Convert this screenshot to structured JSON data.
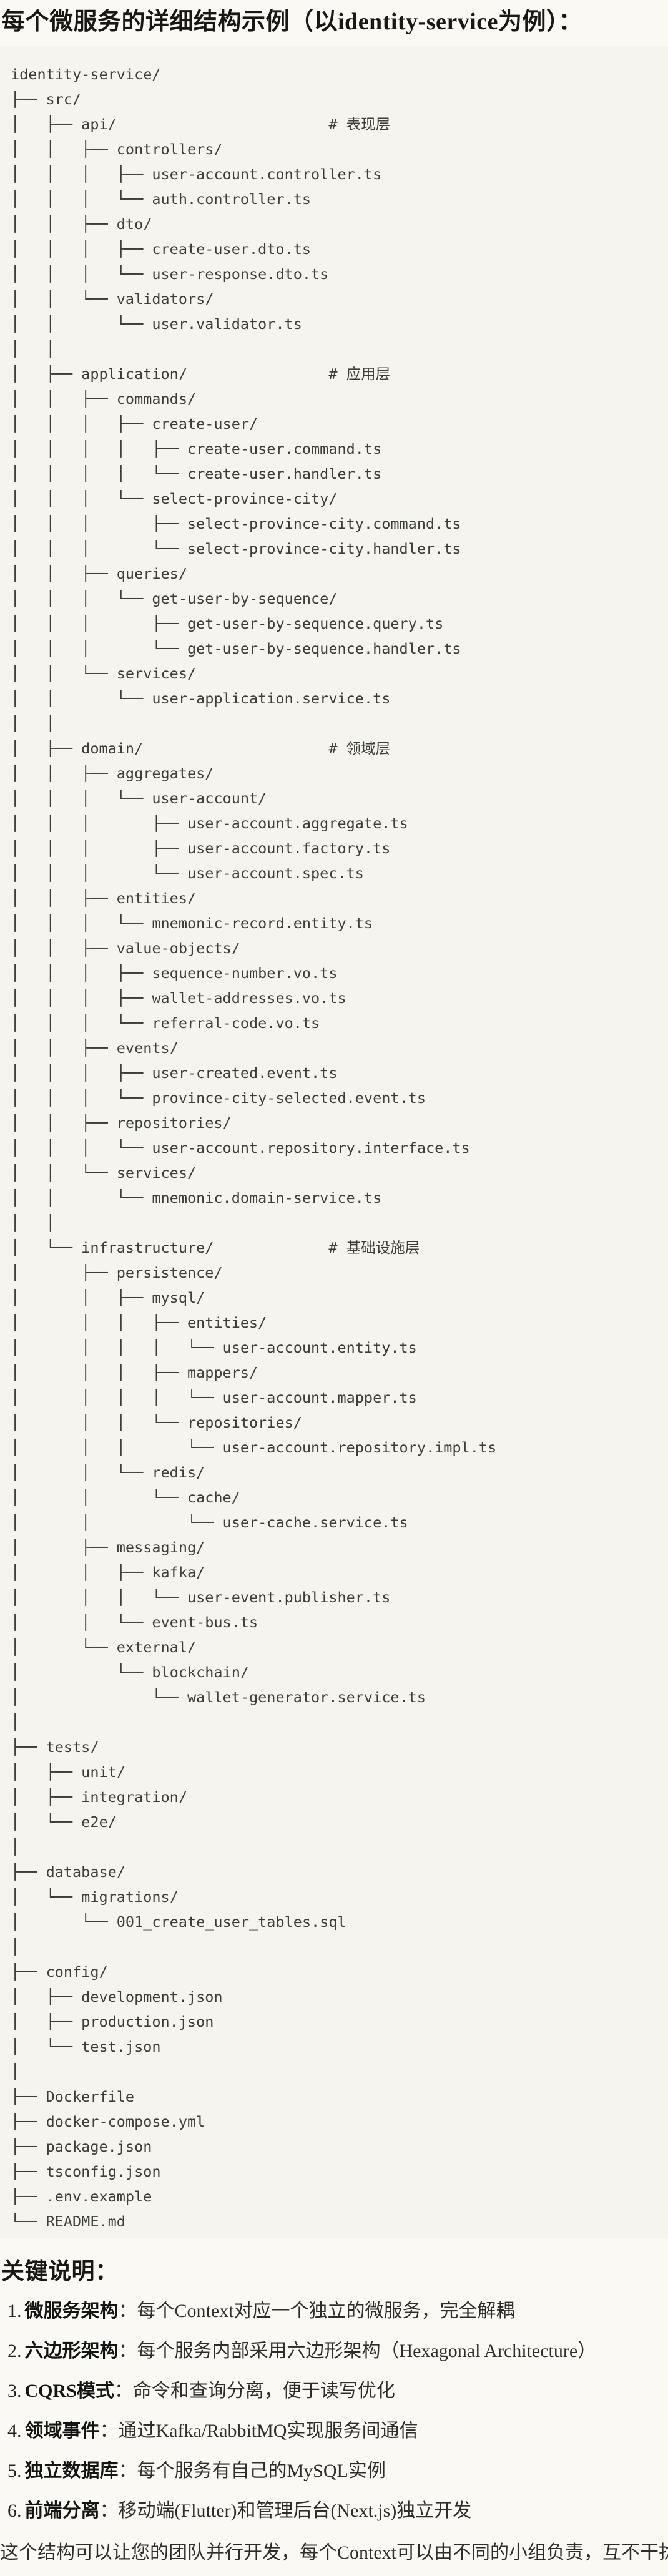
{
  "page": {
    "title": "每个微服务的详细结构示例（以identity-service为例）：",
    "code_block": {
      "language": "plain-text-tree",
      "background_color": "#f5f4ee",
      "border_color": "#e4e2d9",
      "text_color": "#3e3e39",
      "tree_lines": [
        "identity-service/",
        "├── src/",
        "│   ├── api/                        # 表现层",
        "│   │   ├── controllers/",
        "│   │   │   ├── user-account.controller.ts",
        "│   │   │   └── auth.controller.ts",
        "│   │   ├── dto/",
        "│   │   │   ├── create-user.dto.ts",
        "│   │   │   └── user-response.dto.ts",
        "│   │   └── validators/",
        "│   │       └── user.validator.ts",
        "│   │",
        "│   ├── application/                # 应用层",
        "│   │   ├── commands/",
        "│   │   │   ├── create-user/",
        "│   │   │   │   ├── create-user.command.ts",
        "│   │   │   │   └── create-user.handler.ts",
        "│   │   │   └── select-province-city/",
        "│   │   │       ├── select-province-city.command.ts",
        "│   │   │       └── select-province-city.handler.ts",
        "│   │   ├── queries/",
        "│   │   │   └── get-user-by-sequence/",
        "│   │   │       ├── get-user-by-sequence.query.ts",
        "│   │   │       └── get-user-by-sequence.handler.ts",
        "│   │   └── services/",
        "│   │       └── user-application.service.ts",
        "│   │",
        "│   ├── domain/                     # 领域层",
        "│   │   ├── aggregates/",
        "│   │   │   └── user-account/",
        "│   │   │       ├── user-account.aggregate.ts",
        "│   │   │       ├── user-account.factory.ts",
        "│   │   │       └── user-account.spec.ts",
        "│   │   ├── entities/",
        "│   │   │   └── mnemonic-record.entity.ts",
        "│   │   ├── value-objects/",
        "│   │   │   ├── sequence-number.vo.ts",
        "│   │   │   ├── wallet-addresses.vo.ts",
        "│   │   │   └── referral-code.vo.ts",
        "│   │   ├── events/",
        "│   │   │   ├── user-created.event.ts",
        "│   │   │   └── province-city-selected.event.ts",
        "│   │   ├── repositories/",
        "│   │   │   └── user-account.repository.interface.ts",
        "│   │   └── services/",
        "│   │       └── mnemonic.domain-service.ts",
        "│   │",
        "│   └── infrastructure/             # 基础设施层",
        "│       ├── persistence/",
        "│       │   ├── mysql/",
        "│       │   │   ├── entities/",
        "│       │   │   │   └── user-account.entity.ts",
        "│       │   │   ├── mappers/",
        "│       │   │   │   └── user-account.mapper.ts",
        "│       │   │   └── repositories/",
        "│       │   │       └── user-account.repository.impl.ts",
        "│       │   └── redis/",
        "│       │       └── cache/",
        "│       │           └── user-cache.service.ts",
        "│       ├── messaging/",
        "│       │   ├── kafka/",
        "│       │   │   └── user-event.publisher.ts",
        "│       │   └── event-bus.ts",
        "│       └── external/",
        "│           └── blockchain/",
        "│               └── wallet-generator.service.ts",
        "│",
        "├── tests/",
        "│   ├── unit/",
        "│   ├── integration/",
        "│   └── e2e/",
        "│",
        "├── database/",
        "│   └── migrations/",
        "│       └── 001_create_user_tables.sql",
        "│",
        "├── config/",
        "│   ├── development.json",
        "│   ├── production.json",
        "│   └── test.json",
        "│",
        "├── Dockerfile",
        "├── docker-compose.yml",
        "├── package.json",
        "├── tsconfig.json",
        "├── .env.example",
        "└── README.md"
      ]
    },
    "notes": {
      "heading": "关键说明：",
      "items": [
        {
          "num": "1.",
          "term": "微服务架构",
          "desc": "：每个Context对应一个独立的微服务，完全解耦"
        },
        {
          "num": "2.",
          "term": "六边形架构",
          "desc": "：每个服务内部采用六边形架构（Hexagonal Architecture）"
        },
        {
          "num": "3.",
          "term": "CQRS模式",
          "desc": "：命令和查询分离，便于读写优化"
        },
        {
          "num": "4.",
          "term": "领域事件",
          "desc": "：通过Kafka/RabbitMQ实现服务间通信"
        },
        {
          "num": "5.",
          "term": "独立数据库",
          "desc": "：每个服务有自己的MySQL实例"
        },
        {
          "num": "6.",
          "term": "前端分离",
          "desc": "：移动端(Flutter)和管理后台(Next.js)独立开发"
        }
      ],
      "footer": "这个结构可以让您的团队并行开发，每个Context可以由不同的小组负责，互不干扰。"
    }
  }
}
